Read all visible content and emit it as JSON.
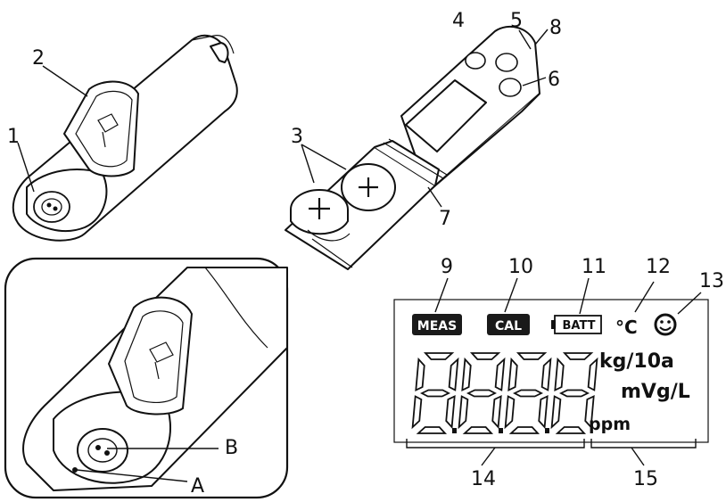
{
  "callouts": {
    "c1": "1",
    "c2": "2",
    "c3": "3",
    "c4": "4",
    "c5": "5",
    "c6": "6",
    "c7": "7",
    "c8": "8",
    "c9": "9",
    "c10": "10",
    "c11": "11",
    "c12": "12",
    "c13": "13",
    "c14": "14",
    "c15": "15",
    "cA": "A",
    "cB": "B"
  },
  "lcd": {
    "meas": "MEAS",
    "cal": "CAL",
    "batt": "BATT",
    "celsius": "°C",
    "unit_kg": "kg/10a",
    "unit_mvg": "mVg/L",
    "unit_ppm": "ppm",
    "digits": "8.8.8.8",
    "smiley": "☺"
  },
  "colors": {
    "ink": "#111111",
    "paper": "#ffffff",
    "badge": "#1a1a1a"
  }
}
